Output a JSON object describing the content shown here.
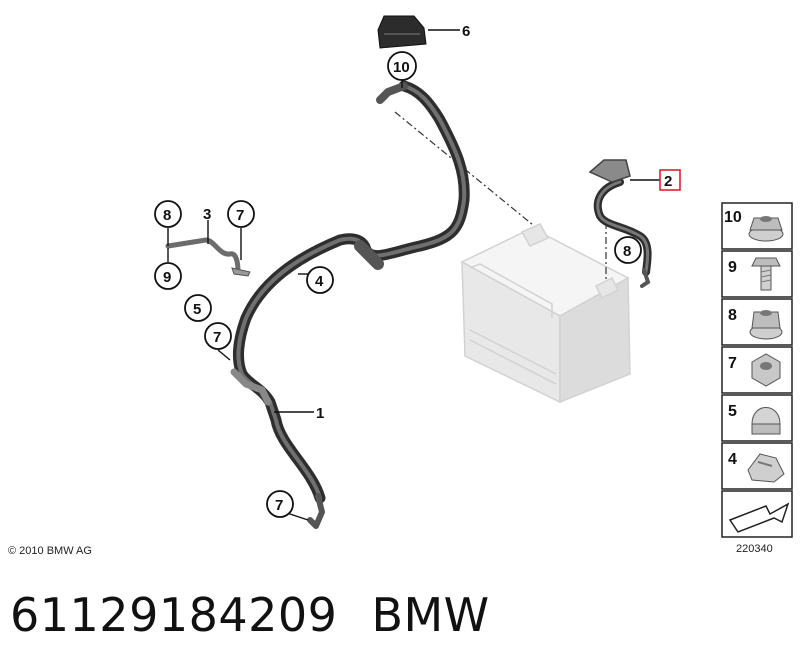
{
  "diagram": {
    "copyright": "© 2010 BMW AG",
    "illustration_number": "220340",
    "callouts": {
      "c1": "1",
      "c2": "2",
      "c3": "3",
      "c4": "4",
      "c5": "5",
      "c6": "6",
      "c7a": "7",
      "c7b": "7",
      "c7c": "7",
      "c8a": "8",
      "c8b": "8",
      "c9": "9",
      "c10": "10"
    },
    "highlight_color": "#e0202a"
  },
  "legend": {
    "items": [
      {
        "number": "10",
        "icon": "nut-with-washer-icon"
      },
      {
        "number": "9",
        "icon": "bolt-icon"
      },
      {
        "number": "8",
        "icon": "flange-nut-icon"
      },
      {
        "number": "7",
        "icon": "hex-nut-icon"
      },
      {
        "number": "5",
        "icon": "cap-nut-icon"
      },
      {
        "number": "4",
        "icon": "cable-clip-icon"
      }
    ],
    "last_icon": "arrow-icon"
  },
  "caption": {
    "part_number": "61129184209",
    "brand": "BMW"
  }
}
